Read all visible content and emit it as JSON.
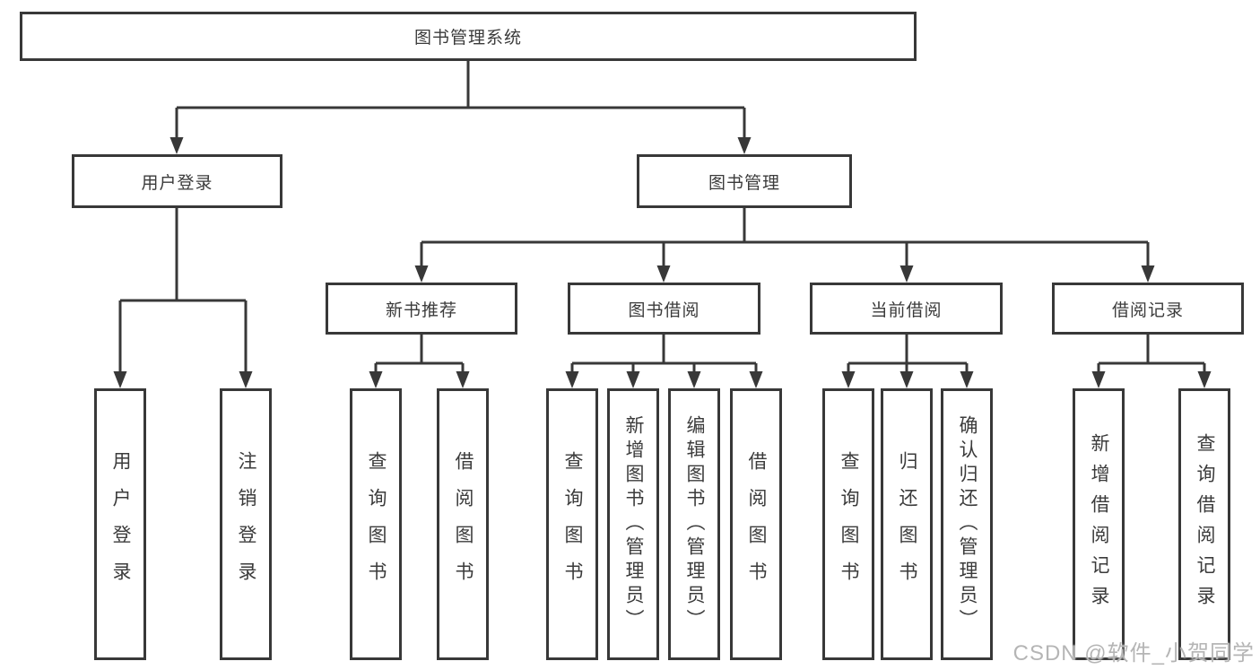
{
  "colors": {
    "line": "#383838",
    "text": "#3b3b3b",
    "box_background": "#ffffff",
    "watermark": "#b5b5b5"
  },
  "diagram": {
    "root": "图书管理系统",
    "branches": [
      {
        "label": "用户登录",
        "children": [
          "用户登录",
          "注销登录"
        ]
      },
      {
        "label": "图书管理",
        "children": [
          {
            "label": "新书推荐",
            "children": [
              "查询图书",
              "借阅图书"
            ]
          },
          {
            "label": "图书借阅",
            "children": [
              "查询图书",
              "新增图书（管理员）",
              "编辑图书（管理员）",
              "借阅图书"
            ]
          },
          {
            "label": "当前借阅",
            "children": [
              "查询图书",
              "归还图书",
              "确认归还（管理员）"
            ]
          },
          {
            "label": "借阅记录",
            "children": [
              "新增借阅记录",
              "查询借阅记录"
            ]
          }
        ]
      }
    ]
  },
  "watermark": "CSDN @软件_小贺同学"
}
